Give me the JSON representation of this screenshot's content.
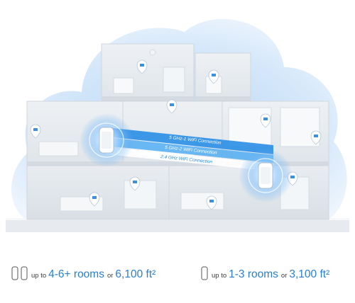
{
  "scene": {
    "bands": [
      {
        "label": "5 GHz-1 WiFi Connection",
        "color": "#2f8fe6"
      },
      {
        "label": "5 GHz-2 WiFi Connection",
        "color": "#5ab0f2"
      },
      {
        "label": "2.4 GHz WiFi Connection",
        "color": "#ffffff"
      }
    ],
    "accent_color": "#2b7fd0",
    "glow_color": "#cfe3f7"
  },
  "coverage": {
    "left": {
      "prefix": "up to",
      "rooms": "4-6+ rooms",
      "joiner": "or",
      "area": "6,100 ft²",
      "units_icon": "two-mesh-units-icon"
    },
    "right": {
      "prefix": "up to",
      "rooms": "1-3 rooms",
      "joiner": "or",
      "area": "3,100 ft²",
      "units_icon": "one-mesh-unit-icon"
    }
  }
}
